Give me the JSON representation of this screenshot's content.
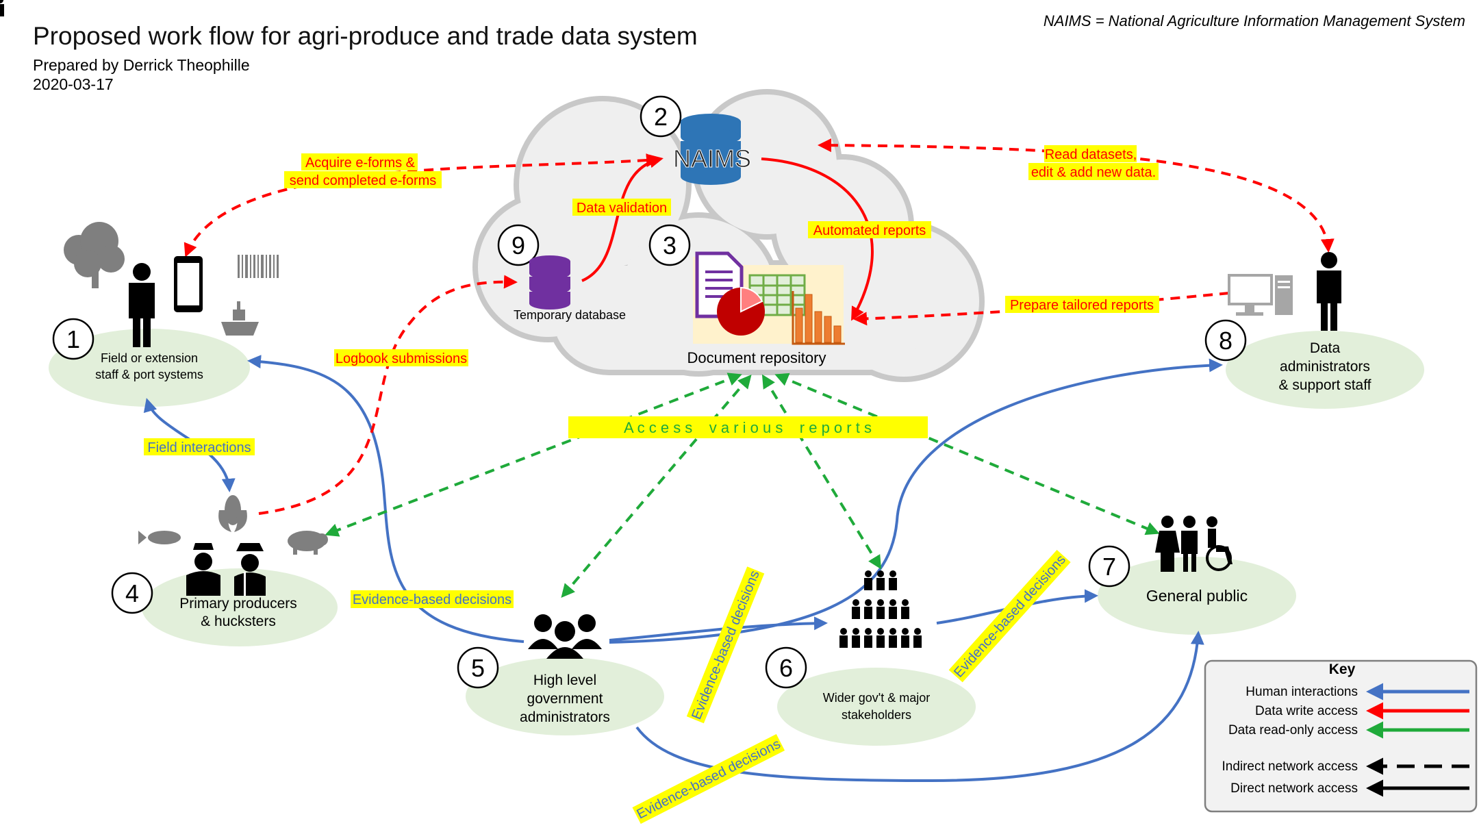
{
  "header": {
    "title": "Proposed work flow for agri-produce and trade data system",
    "subtitle": "Prepared by Derrick Theophille",
    "date": "2020-03-17",
    "acronym_note": "NAIMS = National Agriculture Information Management System"
  },
  "colors": {
    "human": "#4472c4",
    "write": "#ff0000",
    "read": "#1faa3a",
    "node_fill": "#e2efda",
    "cloud_fill": "#efefef",
    "cloud_stroke": "#c8c8c8",
    "highlight": "#ffff00",
    "blue_label": "#4472c4"
  },
  "nodes": {
    "n1": {
      "number": "1",
      "line1": "Field or extension",
      "line2": "staff & port systems"
    },
    "n2": {
      "number": "2",
      "label": "NAIMS"
    },
    "n3": {
      "number": "3",
      "label": "Document repository"
    },
    "n4": {
      "number": "4",
      "line1": "Primary producers",
      "line2": "& hucksters"
    },
    "n5": {
      "number": "5",
      "line1": "High level",
      "line2": "government",
      "line3": "administrators"
    },
    "n6": {
      "number": "6",
      "line1": "Wider gov't & major",
      "line2": "stakeholders"
    },
    "n7": {
      "number": "7",
      "label": "General public"
    },
    "n8": {
      "number": "8",
      "line1": "Data",
      "line2": "administrators",
      "line3": "& support staff"
    },
    "n9": {
      "number": "9",
      "label": "Temporary database"
    }
  },
  "edge_labels": {
    "acquire_1": "Acquire e-forms &",
    "acquire_2": "send completed e-forms",
    "data_validation": "Data validation",
    "automated_reports": "Automated reports",
    "read_1": "Read datasets,",
    "read_2": "edit & add new data.",
    "prepare": "Prepare tailored reports",
    "logbook": "Logbook submissions",
    "field_interactions": "Field interactions",
    "access": "A c c e s s    v a r i o u s    r e p o r t s",
    "evidence_a": "Evidence-based decisions",
    "evidence_b": "Evidence-based decisions",
    "evidence_c": "Evidence-based decisions",
    "evidence_d": "Evidence-based decisions"
  },
  "key": {
    "title": "Key",
    "items": [
      {
        "label": "Human interactions",
        "color": "#4472c4",
        "style": "solid"
      },
      {
        "label": "Data write access",
        "color": "#ff0000",
        "style": "solid"
      },
      {
        "label": "Data read-only access",
        "color": "#1faa3a",
        "style": "solid"
      },
      {
        "label": "Indirect network access",
        "color": "#000000",
        "style": "dashed"
      },
      {
        "label": "Direct network access",
        "color": "#000000",
        "style": "solid"
      }
    ]
  },
  "icons": [
    "tree-icon",
    "person-icon",
    "smartphone-icon",
    "barcode-icon",
    "ship-icon",
    "database-icon",
    "document-icon",
    "pie-chart-icon",
    "spreadsheet-icon",
    "bar-chart-icon",
    "folder-icon",
    "computer-icon",
    "fish-icon",
    "corn-icon",
    "pig-icon",
    "captain-icon",
    "farmer-icon",
    "group-icon",
    "crowd-icon",
    "family-icon",
    "wheelchair-icon"
  ]
}
